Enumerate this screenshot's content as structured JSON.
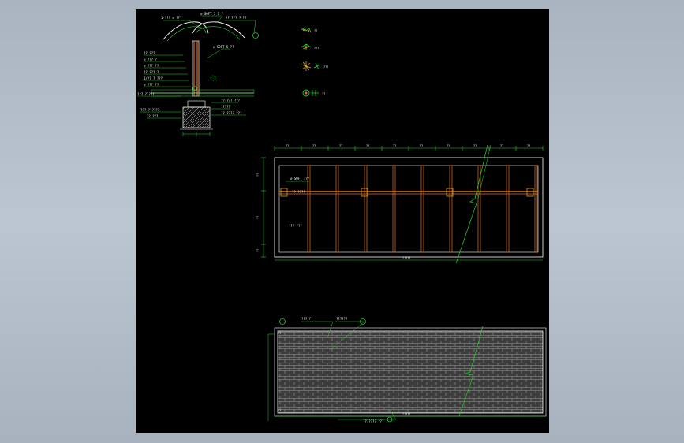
{
  "colors": {
    "background": "#000000",
    "line": "#2bd42b",
    "frame": "#ffffff",
    "member": "#e2701e",
    "hatch": "#9a9a9a",
    "callout": "#3cff3c"
  },
  "section_labels": {
    "top_right": "∅ SOFT 5 1 ?",
    "top_left": "1-??? ∅ ???",
    "top_far": "?? ??? ? ??",
    "mid_right": "∅ SOFT 5 ??",
    "mid_left_1": "?? ???",
    "mid_left_2": "∅ ??? ?",
    "mid_left_3": "∅ ??? ??",
    "mid_left_4": "?? ??? ?",
    "mid_left_5": "1/?? ? ???",
    "mid_left_6": "∅ ??? ??",
    "low_left_1": "??? ?????",
    "low_left_2": "??? ??????",
    "low_left_3": "?? ???",
    "low_right_1": "?????? ???",
    "low_right_2": "?????",
    "low_right_3": "?? ???? ???"
  },
  "legend": {
    "symbols": [
      {
        "icon": "leaf-cluster-icon",
        "label": "??"
      },
      {
        "icon": "tree-symbol-icon",
        "label": "???"
      },
      {
        "icon": "palm-symbol-icon",
        "label": "???"
      },
      {
        "icon": "shrub-symbol-icon",
        "label": "??"
      }
    ]
  },
  "plan_a": {
    "top_dims": [
      "??",
      "??",
      "??",
      "??",
      "??",
      "??",
      "??",
      "??",
      "??",
      "??"
    ],
    "left_dims": [
      "??",
      "??",
      "??"
    ],
    "note_1": "∅ SOFT ???",
    "note_2": "?? ????",
    "note_3": "??? ???",
    "total_dim": "?????"
  },
  "plan_b": {
    "callout_1": "?????",
    "callout_2": "??????",
    "left_tag": "??",
    "bottom_left": "??",
    "bottom_note": "??????? ???",
    "total_dim": "?????"
  }
}
